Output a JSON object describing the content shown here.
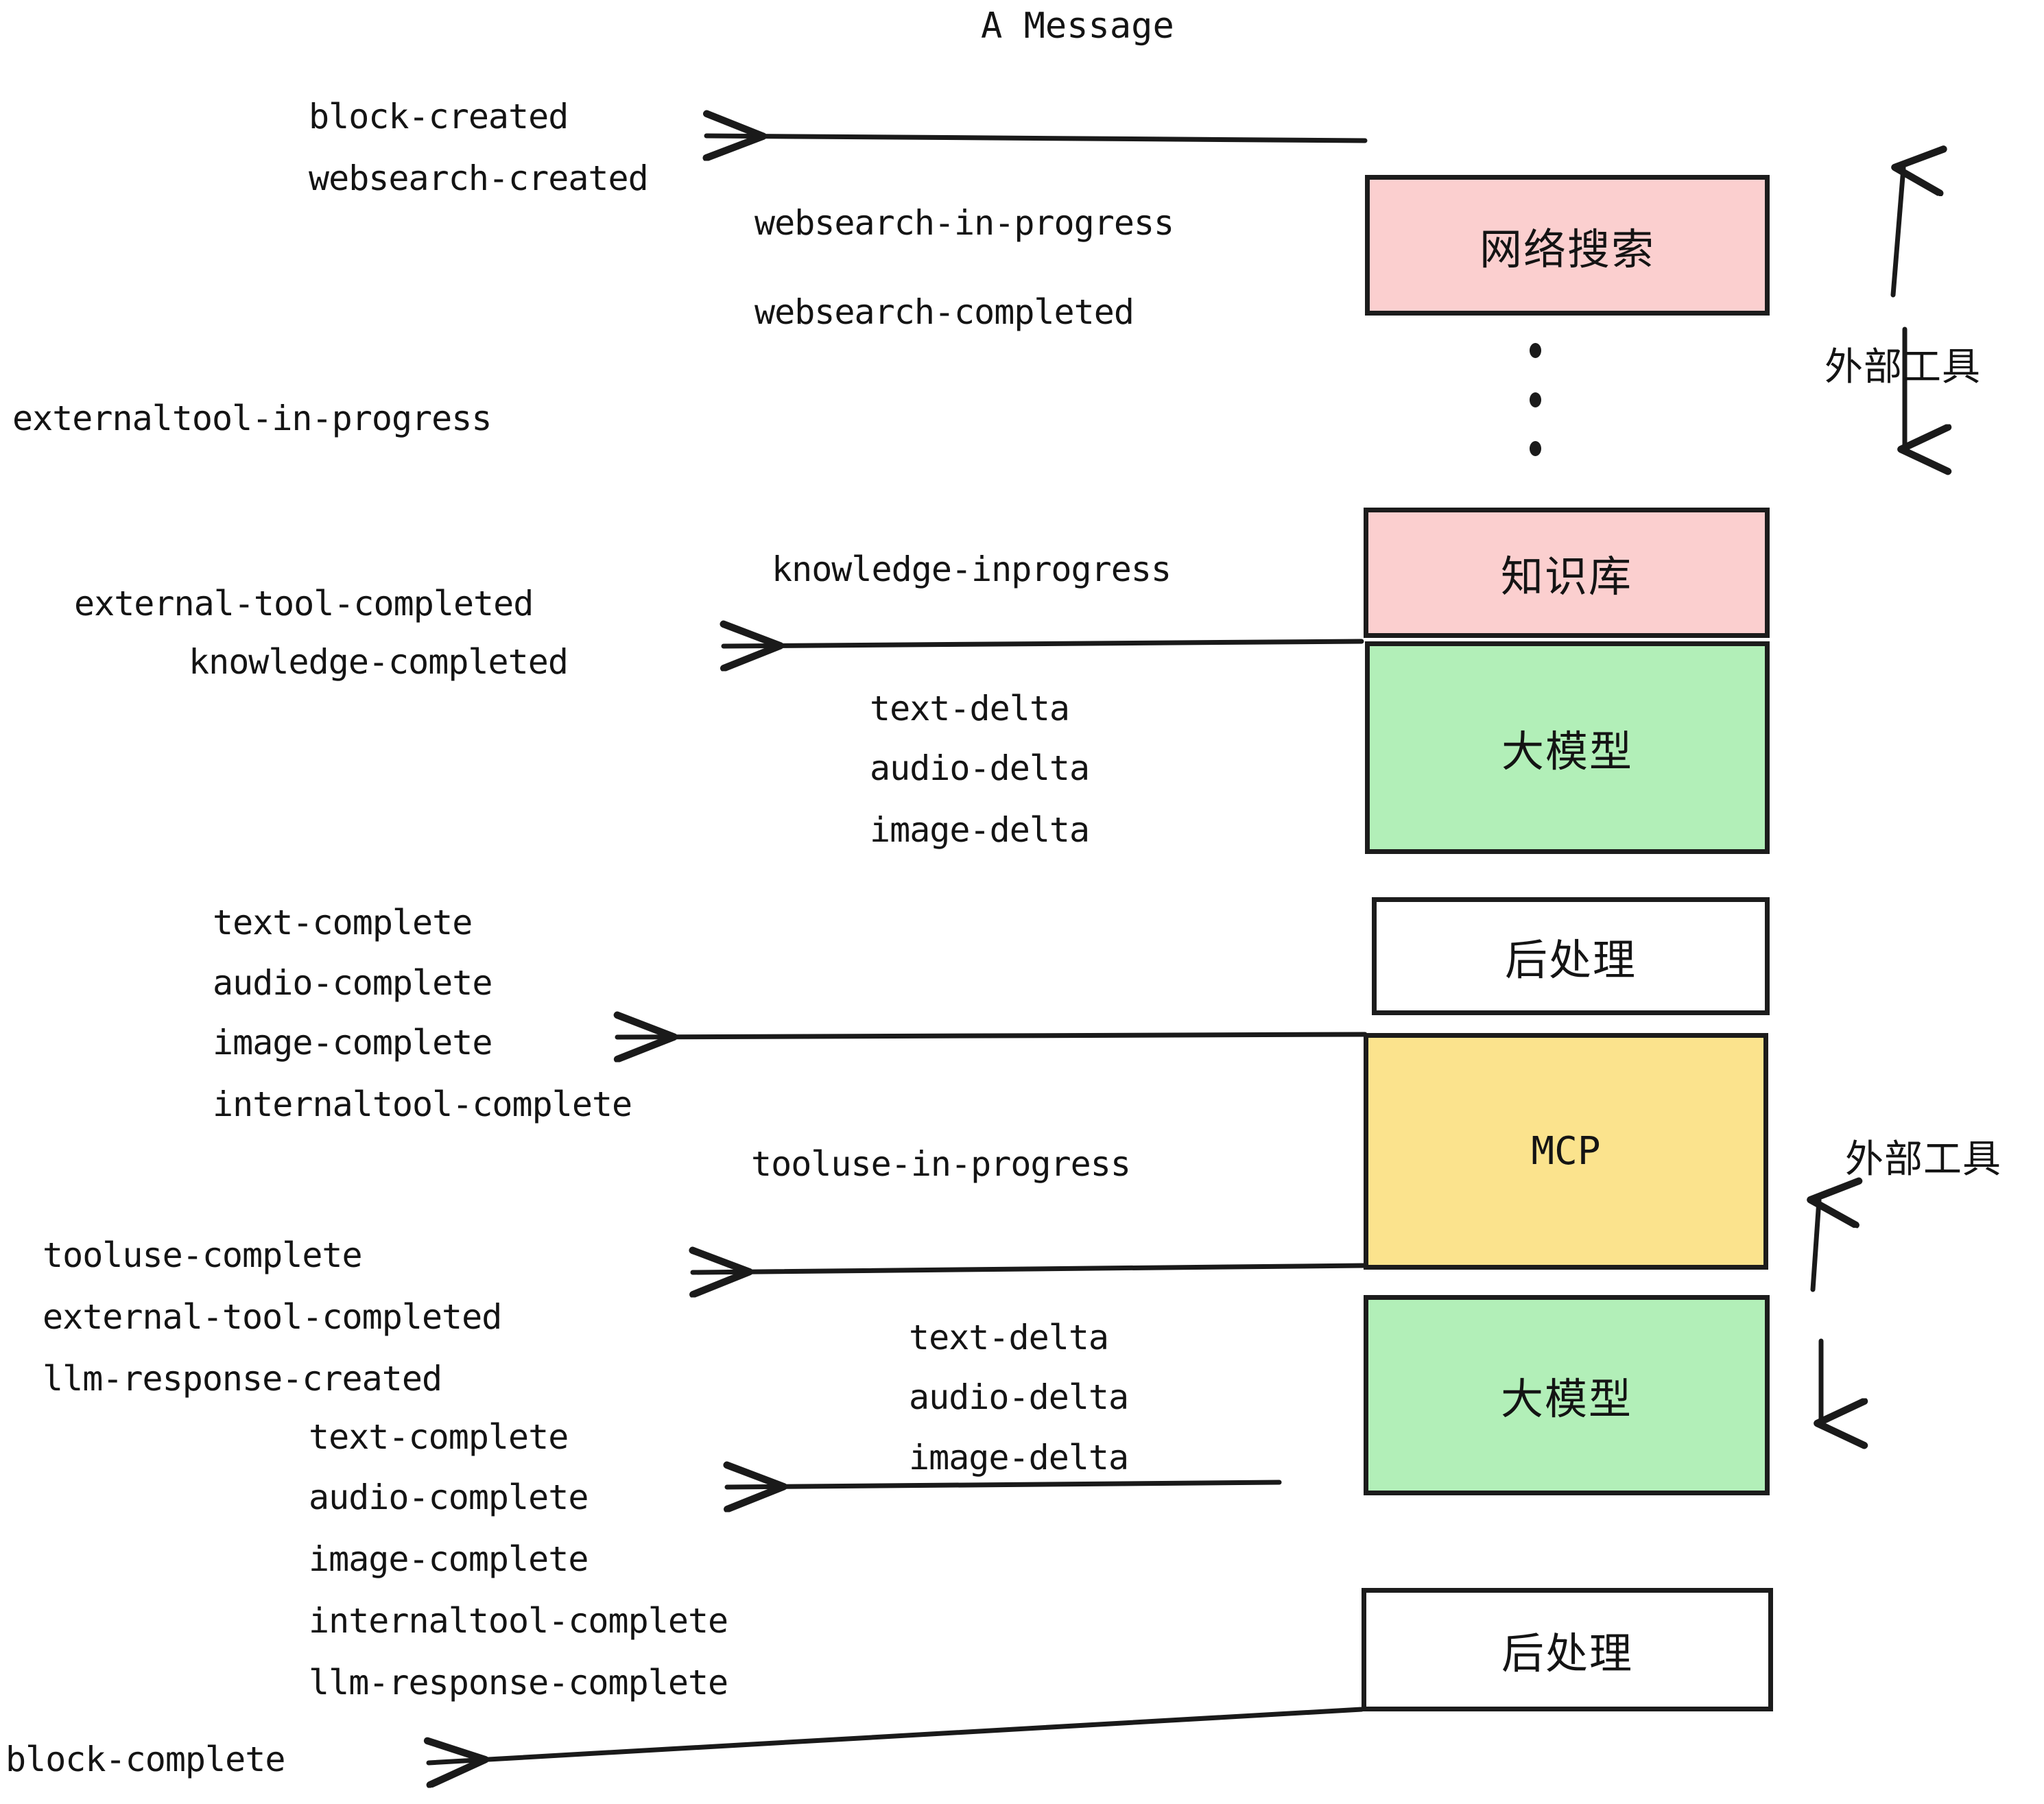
{
  "title": "A Message",
  "colors": {
    "pink": "#fbcfcf",
    "green": "#b2efb8",
    "yellow": "#fbe38d",
    "white": "#ffffff",
    "stroke": "#1c1c1c",
    "text": "#141414"
  },
  "boxes": [
    {
      "id": "websearch",
      "label": "网络搜索",
      "fill": "#fbcfcf",
      "mono": false
    },
    {
      "id": "knowledge",
      "label": "知识库",
      "fill": "#fbcfcf",
      "mono": false
    },
    {
      "id": "llm-1",
      "label": "大模型",
      "fill": "#b2efb8",
      "mono": false
    },
    {
      "id": "postprocess-1",
      "label": "后处理",
      "fill": "#ffffff",
      "mono": false
    },
    {
      "id": "mcp",
      "label": "MCP",
      "fill": "#fbe38d",
      "mono": true
    },
    {
      "id": "llm-2",
      "label": "大模型",
      "fill": "#b2efb8",
      "mono": false
    },
    {
      "id": "postprocess-2",
      "label": "后处理",
      "fill": "#ffffff",
      "mono": false
    }
  ],
  "side_labels": [
    {
      "id": "external-tools-top",
      "text": "外部工具"
    },
    {
      "id": "external-tools-bottom",
      "text": "外部工具"
    }
  ],
  "events": {
    "block_created": "block-created",
    "websearch_created": "websearch-created",
    "websearch_in_progress": "websearch-in-progress",
    "websearch_completed": "websearch-completed",
    "externaltool_in_progress": "externaltool-in-progress",
    "knowledge_inprogress": "knowledge-inprogress",
    "external_tool_completed_1": "external-tool-completed",
    "knowledge_completed": "knowledge-completed",
    "text_delta_1": "text-delta",
    "audio_delta_1": "audio-delta",
    "image_delta_1": "image-delta",
    "text_complete_1": "text-complete",
    "audio_complete_1": "audio-complete",
    "image_complete_1": "image-complete",
    "internaltool_complete_1": "internaltool-complete",
    "tooluse_in_progress": "tooluse-in-progress",
    "tooluse_complete": "tooluse-complete",
    "external_tool_completed_2": "external-tool-completed",
    "llm_response_created": "llm-response-created",
    "text_delta_2": "text-delta",
    "audio_delta_2": "audio-delta",
    "image_delta_2": "image-delta",
    "text_complete_2": "text-complete",
    "audio_complete_2": "audio-complete",
    "image_complete_2": "image-complete",
    "internaltool_complete_2": "internaltool-complete",
    "llm_response_complete": "llm-response-complete",
    "block_complete": "block-complete"
  }
}
